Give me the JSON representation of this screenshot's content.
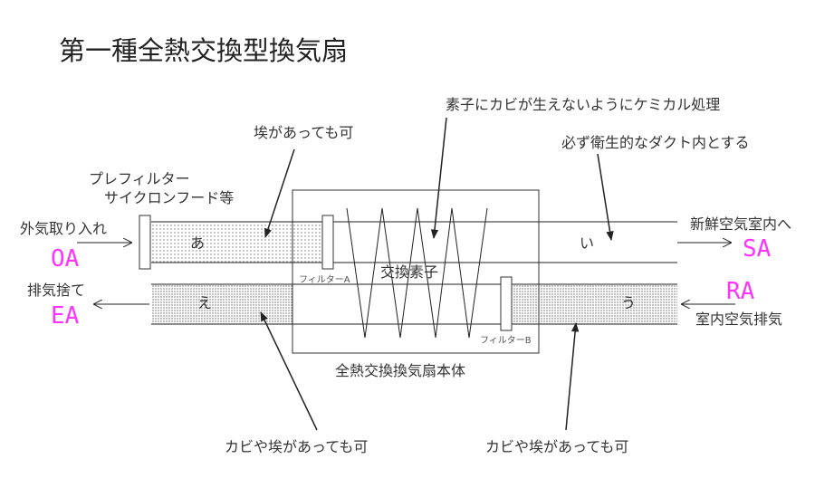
{
  "title": "第一種全熱交換型換気扇",
  "colors": {
    "accent": "#ff33ff",
    "line": "#222222"
  },
  "labels": {
    "prefilter_line1": "プレフィルター",
    "prefilter_line2": "サイクロンフード等",
    "outdoor_intake": "外気取り入れ",
    "oa": "OA",
    "exhaust_discard": "排気捨て",
    "ea": "EA",
    "fresh_air_indoor": "新鮮空気室内へ",
    "sa": "SA",
    "ra": "RA",
    "indoor_exhaust": "室内空気排気",
    "unit_body": "全熱交換換気扇本体",
    "exchange_element": "交換素子",
    "filter_a": "フィルターA",
    "filter_b": "フィルターB",
    "zone_a": "あ",
    "zone_i": "い",
    "zone_u": "う",
    "zone_e": "え"
  },
  "annotations": {
    "dust_ok": "埃があっても可",
    "element_treatment": "素子にカビが生えないようにケミカル処理",
    "must_be_hygienic": "必ず衛生的なダクト内とする",
    "mold_dust_ok_left": "カビや埃があっても可",
    "mold_dust_ok_right": "カビや埃があっても可"
  }
}
